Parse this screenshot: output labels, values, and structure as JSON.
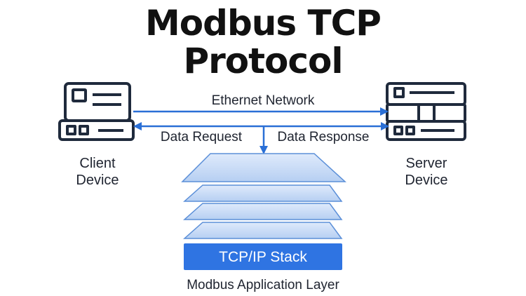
{
  "title": {
    "line1": "Modbus TCP",
    "line2": "Protocol"
  },
  "network": {
    "label": "Ethernet Network",
    "request_label": "Data Request",
    "response_label": "Data Response"
  },
  "client": {
    "line1": "Client",
    "line2": "Device",
    "icon": "client-device-icon"
  },
  "server": {
    "line1": "Server",
    "line2": "Device",
    "icon": "server-device-icon"
  },
  "stack": {
    "label": "TCP/IP Stack",
    "layer_caption": "Modbus Application Layer"
  },
  "colors": {
    "arrow": "#2a6fd6",
    "icon_stroke": "#1f2a3c",
    "stack_button": "#2f74e2",
    "layer_fill": "#c9ddf7",
    "layer_stroke": "#5b8fd8"
  }
}
